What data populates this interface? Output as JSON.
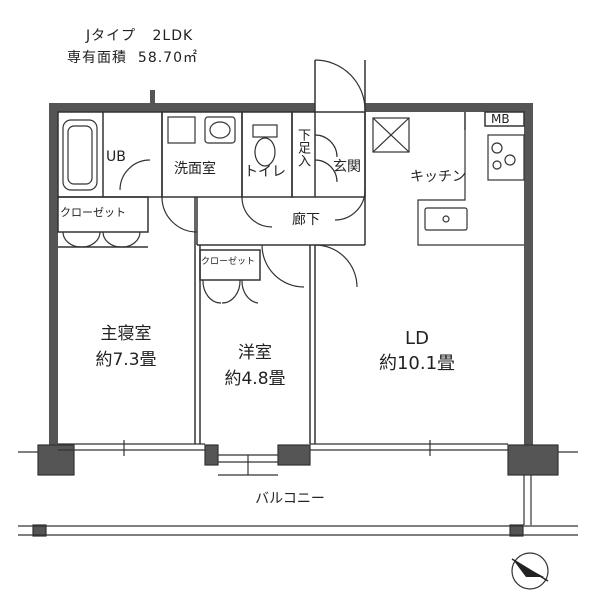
{
  "header": {
    "type_label": "Jタイプ",
    "layout": "2LDK",
    "area_label": "専有面積",
    "area_value": "58.70㎡"
  },
  "rooms": {
    "ub": "UB",
    "washroom": "洗面室",
    "toilet": "トイレ",
    "shoe_storage": "下足入",
    "entrance": "玄関",
    "kitchen": "キッチン",
    "hallway": "廊下",
    "closet_main": "クローゼット",
    "closet_western": "クローゼット",
    "mb": "MB",
    "master_bedroom": {
      "name": "主寝室",
      "size": "約7.3畳"
    },
    "western_room": {
      "name": "洋室",
      "size": "約4.8畳"
    },
    "ld": {
      "name": "LD",
      "size": "約10.1畳"
    },
    "balcony": "バルコニー"
  },
  "icons": {
    "north_arrow": "compass-north-arrow-icon"
  }
}
